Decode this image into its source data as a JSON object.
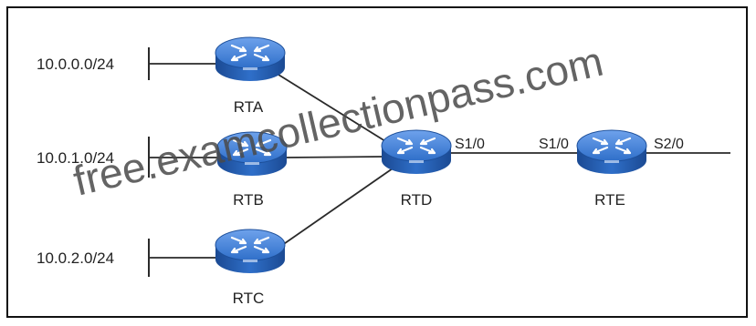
{
  "diagram": {
    "networks": {
      "net_a": "10.0.0.0/24",
      "net_b": "10.0.1.0/24",
      "net_c": "10.0.2.0/24"
    },
    "routers": {
      "rta": "RTA",
      "rtb": "RTB",
      "rtc": "RTC",
      "rtd": "RTD",
      "rte": "RTE"
    },
    "ports": {
      "rtd_s10": "S1/0",
      "rte_s10": "S1/0",
      "rte_s20": "S2/0"
    },
    "watermark": "free.examcollectionpass.com",
    "colors": {
      "router_body": "#2f6fc9",
      "router_rim": "#1d4f9a",
      "link": "#2a2a2a",
      "frame": "#111111"
    }
  }
}
